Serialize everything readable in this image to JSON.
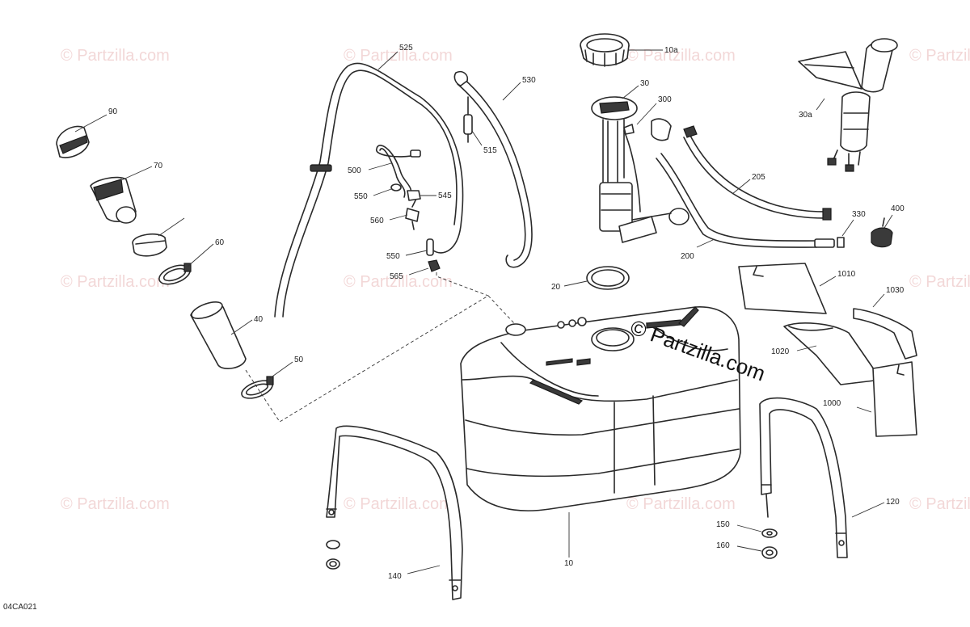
{
  "diagram": {
    "code": "04CA021",
    "copyright": "© Partzilla.com",
    "watermark": "© Partzilla.com",
    "callouts": {
      "p10": "10",
      "p10a": "10a",
      "p20": "20",
      "p30": "30",
      "p30a": "30a",
      "p40": "40",
      "p50": "50",
      "p60": "60",
      "p70": "70",
      "p90": "90",
      "p120": "120",
      "p140": "140",
      "p150": "150",
      "p160": "160",
      "p200": "200",
      "p205": "205",
      "p300": "300",
      "p330": "330",
      "p400": "400",
      "p500": "500",
      "p515": "515",
      "p525": "525",
      "p530": "530",
      "p545": "545",
      "p550a": "550",
      "p550b": "550",
      "p560": "560",
      "p565": "565",
      "p1000": "1000",
      "p1010": "1010",
      "p1020": "1020",
      "p1030": "1030"
    }
  }
}
